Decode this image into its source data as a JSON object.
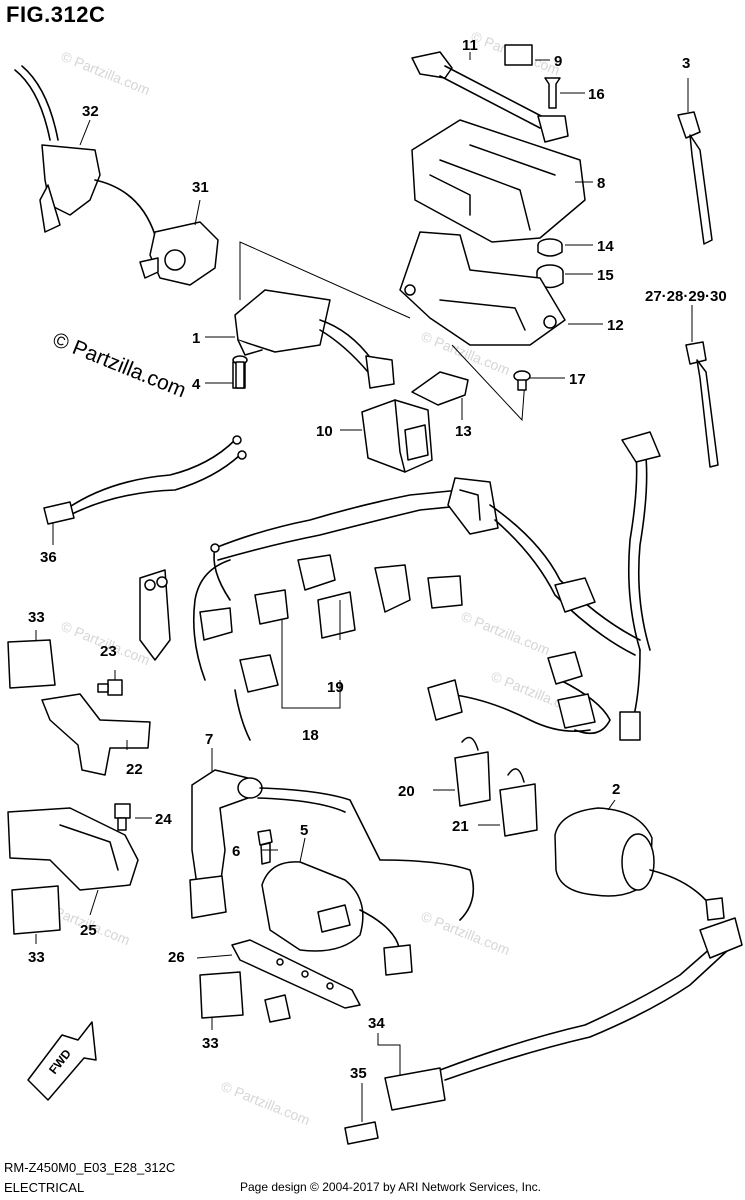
{
  "figure_title": "FIG.312C",
  "watermark_large": "© Partzilla.com",
  "watermark_small": "© Partzilla.com",
  "direction_marker": "FWD",
  "footer": {
    "code": "RM-Z450M0_E03_E28_312C",
    "name": "ELECTRICAL",
    "copyright": "Page design © 2004-2017 by ARI Network Services, Inc."
  },
  "callouts": [
    {
      "id": "c1",
      "text": "1"
    },
    {
      "id": "c2",
      "text": "2"
    },
    {
      "id": "c3",
      "text": "3"
    },
    {
      "id": "c4",
      "text": "4"
    },
    {
      "id": "c5",
      "text": "5"
    },
    {
      "id": "c6",
      "text": "6"
    },
    {
      "id": "c7",
      "text": "7"
    },
    {
      "id": "c8",
      "text": "8"
    },
    {
      "id": "c9",
      "text": "9"
    },
    {
      "id": "c10",
      "text": "10"
    },
    {
      "id": "c11",
      "text": "11"
    },
    {
      "id": "c12",
      "text": "12"
    },
    {
      "id": "c13",
      "text": "13"
    },
    {
      "id": "c14",
      "text": "14"
    },
    {
      "id": "c15",
      "text": "15"
    },
    {
      "id": "c16",
      "text": "16"
    },
    {
      "id": "c17",
      "text": "17"
    },
    {
      "id": "c18",
      "text": "18"
    },
    {
      "id": "c19",
      "text": "19"
    },
    {
      "id": "c20",
      "text": "20"
    },
    {
      "id": "c21",
      "text": "21"
    },
    {
      "id": "c22",
      "text": "22"
    },
    {
      "id": "c23",
      "text": "23"
    },
    {
      "id": "c24",
      "text": "24"
    },
    {
      "id": "c25",
      "text": "25"
    },
    {
      "id": "c26",
      "text": "26"
    },
    {
      "id": "c27",
      "text": "27·28·29·30"
    },
    {
      "id": "c31",
      "text": "31"
    },
    {
      "id": "c32",
      "text": "32"
    },
    {
      "id": "c33a",
      "text": "33"
    },
    {
      "id": "c33b",
      "text": "33"
    },
    {
      "id": "c33c",
      "text": "33"
    },
    {
      "id": "c34",
      "text": "34"
    },
    {
      "id": "c35",
      "text": "35"
    },
    {
      "id": "c36",
      "text": "36"
    }
  ]
}
